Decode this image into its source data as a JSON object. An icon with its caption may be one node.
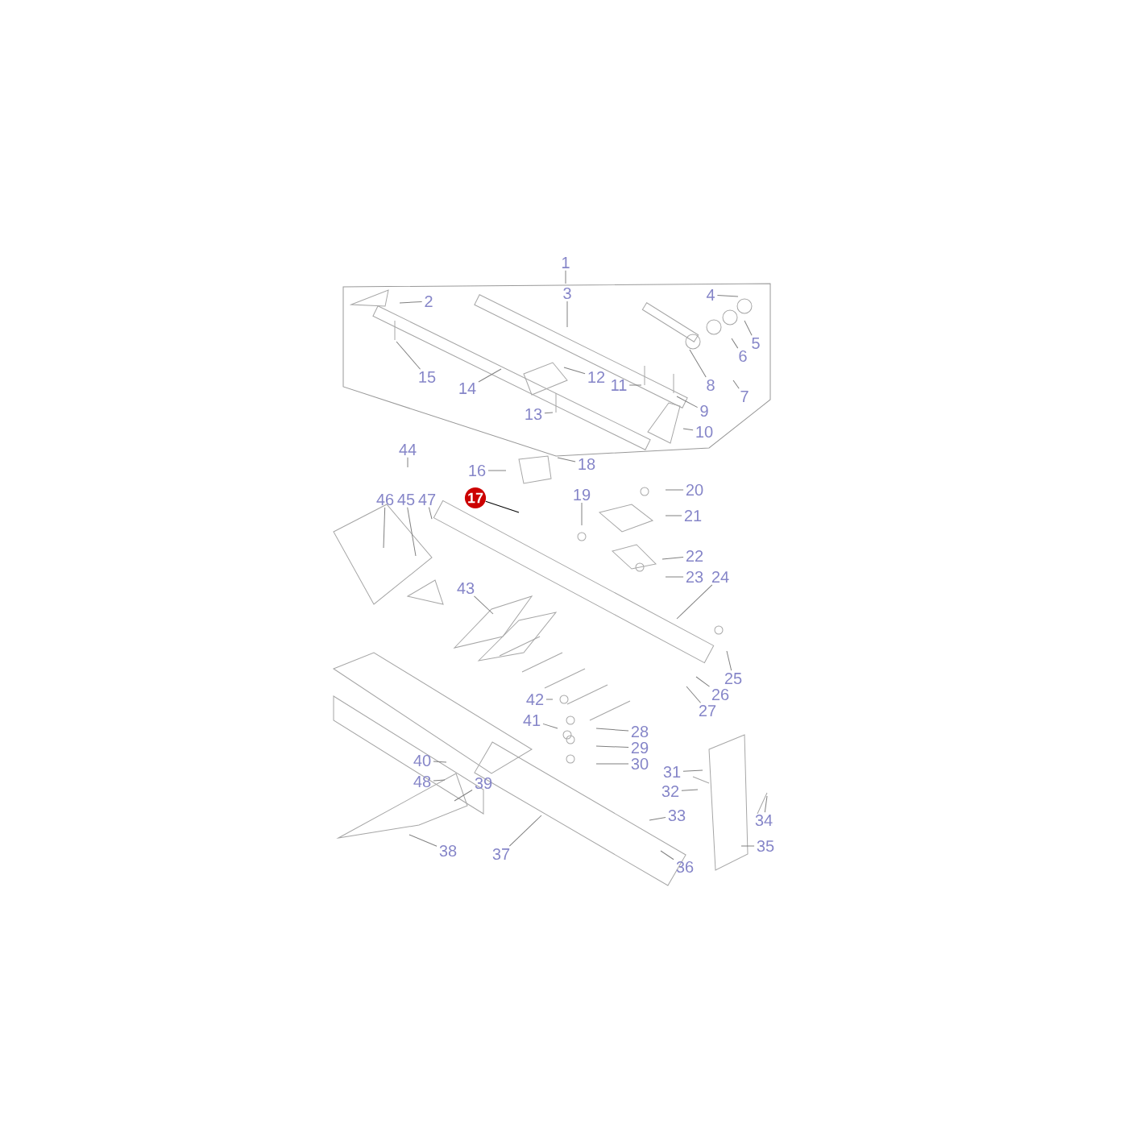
{
  "diagram": {
    "nodes": [
      {
        "text": [
          "1"
        ]
      },
      {
        "text": [
          "2"
        ]
      },
      {
        "text": [
          "3"
        ]
      },
      {
        "text": [
          "4"
        ]
      },
      {
        "text": [
          "5"
        ]
      },
      {
        "text": [
          "6"
        ]
      },
      {
        "text": [
          "7"
        ]
      },
      {
        "text": [
          "8"
        ]
      },
      {
        "text": [
          "9"
        ]
      },
      {
        "text": [
          "10"
        ]
      },
      {
        "text": [
          "11"
        ]
      },
      {
        "text": [
          "12"
        ]
      },
      {
        "text": [
          "13"
        ]
      },
      {
        "text": [
          "14"
        ]
      },
      {
        "text": [
          "15"
        ]
      },
      {
        "text": [
          "16"
        ]
      },
      {
        "text": [
          "17"
        ]
      },
      {
        "text": [
          "18"
        ]
      },
      {
        "text": [
          "19"
        ]
      },
      {
        "text": [
          "20"
        ]
      },
      {
        "text": [
          "21"
        ]
      },
      {
        "text": [
          "22"
        ]
      },
      {
        "text": [
          "23"
        ]
      },
      {
        "text": [
          "24"
        ]
      },
      {
        "text": [
          "25"
        ]
      },
      {
        "text": [
          "26"
        ]
      },
      {
        "text": [
          "27"
        ]
      },
      {
        "text": [
          "28"
        ]
      },
      {
        "text": [
          "29"
        ]
      },
      {
        "text": [
          "30"
        ]
      },
      {
        "text": [
          "31"
        ]
      },
      {
        "text": [
          "32"
        ]
      },
      {
        "text": [
          "33"
        ]
      },
      {
        "text": [
          "34"
        ]
      },
      {
        "text": [
          "35"
        ]
      },
      {
        "text": [
          "36"
        ]
      },
      {
        "text": [
          "37"
        ]
      },
      {
        "text": [
          "38"
        ]
      },
      {
        "text": [
          "39"
        ]
      },
      {
        "text": [
          "40"
        ]
      },
      {
        "text": [
          "41"
        ]
      },
      {
        "text": [
          "42"
        ]
      },
      {
        "text": [
          "43"
        ]
      },
      {
        "text": [
          "44"
        ]
      },
      {
        "text": [
          "45"
        ]
      },
      {
        "text": [
          "46"
        ]
      },
      {
        "text": [
          "47"
        ]
      },
      {
        "text": [
          "48"
        ]
      }
    ],
    "edges": [
      {
        "from": 0,
        "to": null,
        "arrow": "none"
      },
      {
        "from": 1,
        "to": null,
        "arrow": "none"
      },
      {
        "from": 2,
        "to": null,
        "arrow": "none"
      },
      {
        "from": 3,
        "to": null,
        "arrow": "none"
      },
      {
        "from": 4,
        "to": null,
        "arrow": "none"
      },
      {
        "from": 5,
        "to": null,
        "arrow": "none"
      },
      {
        "from": 6,
        "to": null,
        "arrow": "none"
      },
      {
        "from": 7,
        "to": null,
        "arrow": "none"
      },
      {
        "from": 8,
        "to": null,
        "arrow": "none"
      },
      {
        "from": 9,
        "to": null,
        "arrow": "none"
      },
      {
        "from": 10,
        "to": null,
        "arrow": "none"
      },
      {
        "from": 11,
        "to": null,
        "arrow": "none"
      },
      {
        "from": 12,
        "to": null,
        "arrow": "none"
      },
      {
        "from": 13,
        "to": null,
        "arrow": "none"
      },
      {
        "from": 14,
        "to": null,
        "arrow": "none"
      },
      {
        "from": 15,
        "to": null,
        "arrow": "none"
      },
      {
        "from": 16,
        "to": null,
        "arrow": "none",
        "color": "#000000"
      },
      {
        "from": 17,
        "to": null,
        "arrow": "none"
      },
      {
        "from": 18,
        "to": null,
        "arrow": "none"
      },
      {
        "from": 19,
        "to": null,
        "arrow": "none"
      },
      {
        "from": 20,
        "to": null,
        "arrow": "none"
      },
      {
        "from": 21,
        "to": null,
        "arrow": "none"
      },
      {
        "from": 22,
        "to": null,
        "arrow": "none"
      },
      {
        "from": 23,
        "to": null,
        "arrow": "none"
      },
      {
        "from": 24,
        "to": null,
        "arrow": "none"
      },
      {
        "from": 25,
        "to": null,
        "arrow": "none"
      },
      {
        "from": 26,
        "to": null,
        "arrow": "none"
      },
      {
        "from": 27,
        "to": null,
        "arrow": "none"
      },
      {
        "from": 28,
        "to": null,
        "arrow": "none"
      },
      {
        "from": 29,
        "to": null,
        "arrow": "none"
      },
      {
        "from": 30,
        "to": null,
        "arrow": "none"
      },
      {
        "from": 31,
        "to": null,
        "arrow": "none"
      },
      {
        "from": 32,
        "to": null,
        "arrow": "none"
      },
      {
        "from": 33,
        "to": null,
        "arrow": "none"
      },
      {
        "from": 34,
        "to": null,
        "arrow": "none"
      },
      {
        "from": 35,
        "to": null,
        "arrow": "none"
      },
      {
        "from": 36,
        "to": null,
        "arrow": "none"
      },
      {
        "from": 37,
        "to": null,
        "arrow": "none"
      },
      {
        "from": 38,
        "to": null,
        "arrow": "none"
      },
      {
        "from": 39,
        "to": null,
        "arrow": "none"
      },
      {
        "from": 40,
        "to": null,
        "arrow": "none"
      },
      {
        "from": 41,
        "to": null,
        "arrow": "none"
      },
      {
        "from": 42,
        "to": null,
        "arrow": "none"
      },
      {
        "from": 43,
        "to": null,
        "arrow": "none"
      },
      {
        "from": 44,
        "to": null,
        "arrow": "none"
      },
      {
        "from": 45,
        "to": null,
        "arrow": "none"
      },
      {
        "from": 46,
        "to": null,
        "arrow": "none"
      },
      {
        "from": 47,
        "to": null,
        "arrow": "none"
      }
    ]
  }
}
